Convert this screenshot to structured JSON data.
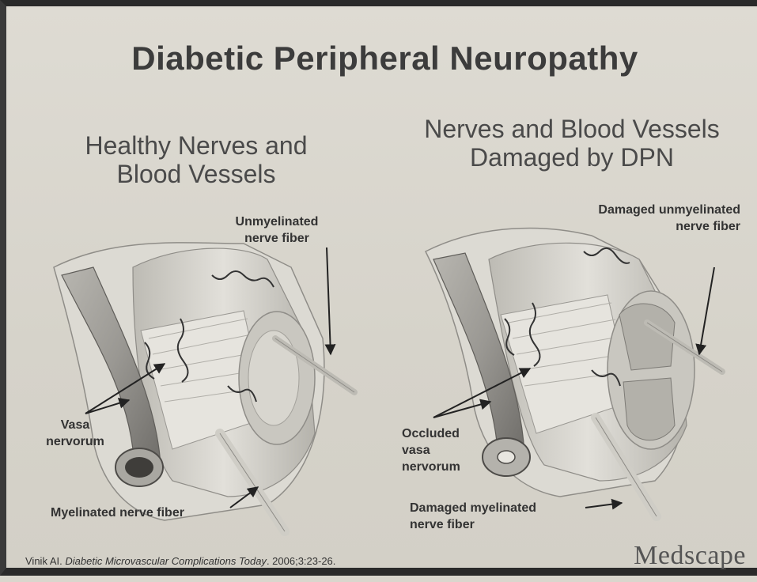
{
  "title": "Diabetic Peripheral Neuropathy",
  "left_panel": {
    "heading_line1": "Healthy Nerves and",
    "heading_line2": "Blood Vessels",
    "labels": {
      "unmyelinated_line1": "Unmyelinated",
      "unmyelinated_line2": "nerve fiber",
      "vasa_line1": "Vasa",
      "vasa_line2": "nervorum",
      "myelinated": "Myelinated nerve fiber"
    }
  },
  "right_panel": {
    "heading_line1": "Nerves and Blood Vessels",
    "heading_line2": "Damaged by DPN",
    "labels": {
      "damaged_unmyelinated_line1": "Damaged unmyelinated",
      "damaged_unmyelinated_line2": "nerve fiber",
      "occluded_line1": "Occluded",
      "occluded_line2": "vasa",
      "occluded_line3": "nervorum",
      "damaged_myelinated_line1": "Damaged myelinated",
      "damaged_myelinated_line2": "nerve fiber"
    }
  },
  "citation": {
    "author": "Vinik AI.",
    "journal": "Diabetic Microvascular Complications Today",
    "ref": ". 2006;3:23-26."
  },
  "logo": "Medscape",
  "colors": {
    "background": "#d9d6cd",
    "text": "#333333",
    "tissue": "#cfcdc6",
    "vessel": "#8a8a86"
  }
}
